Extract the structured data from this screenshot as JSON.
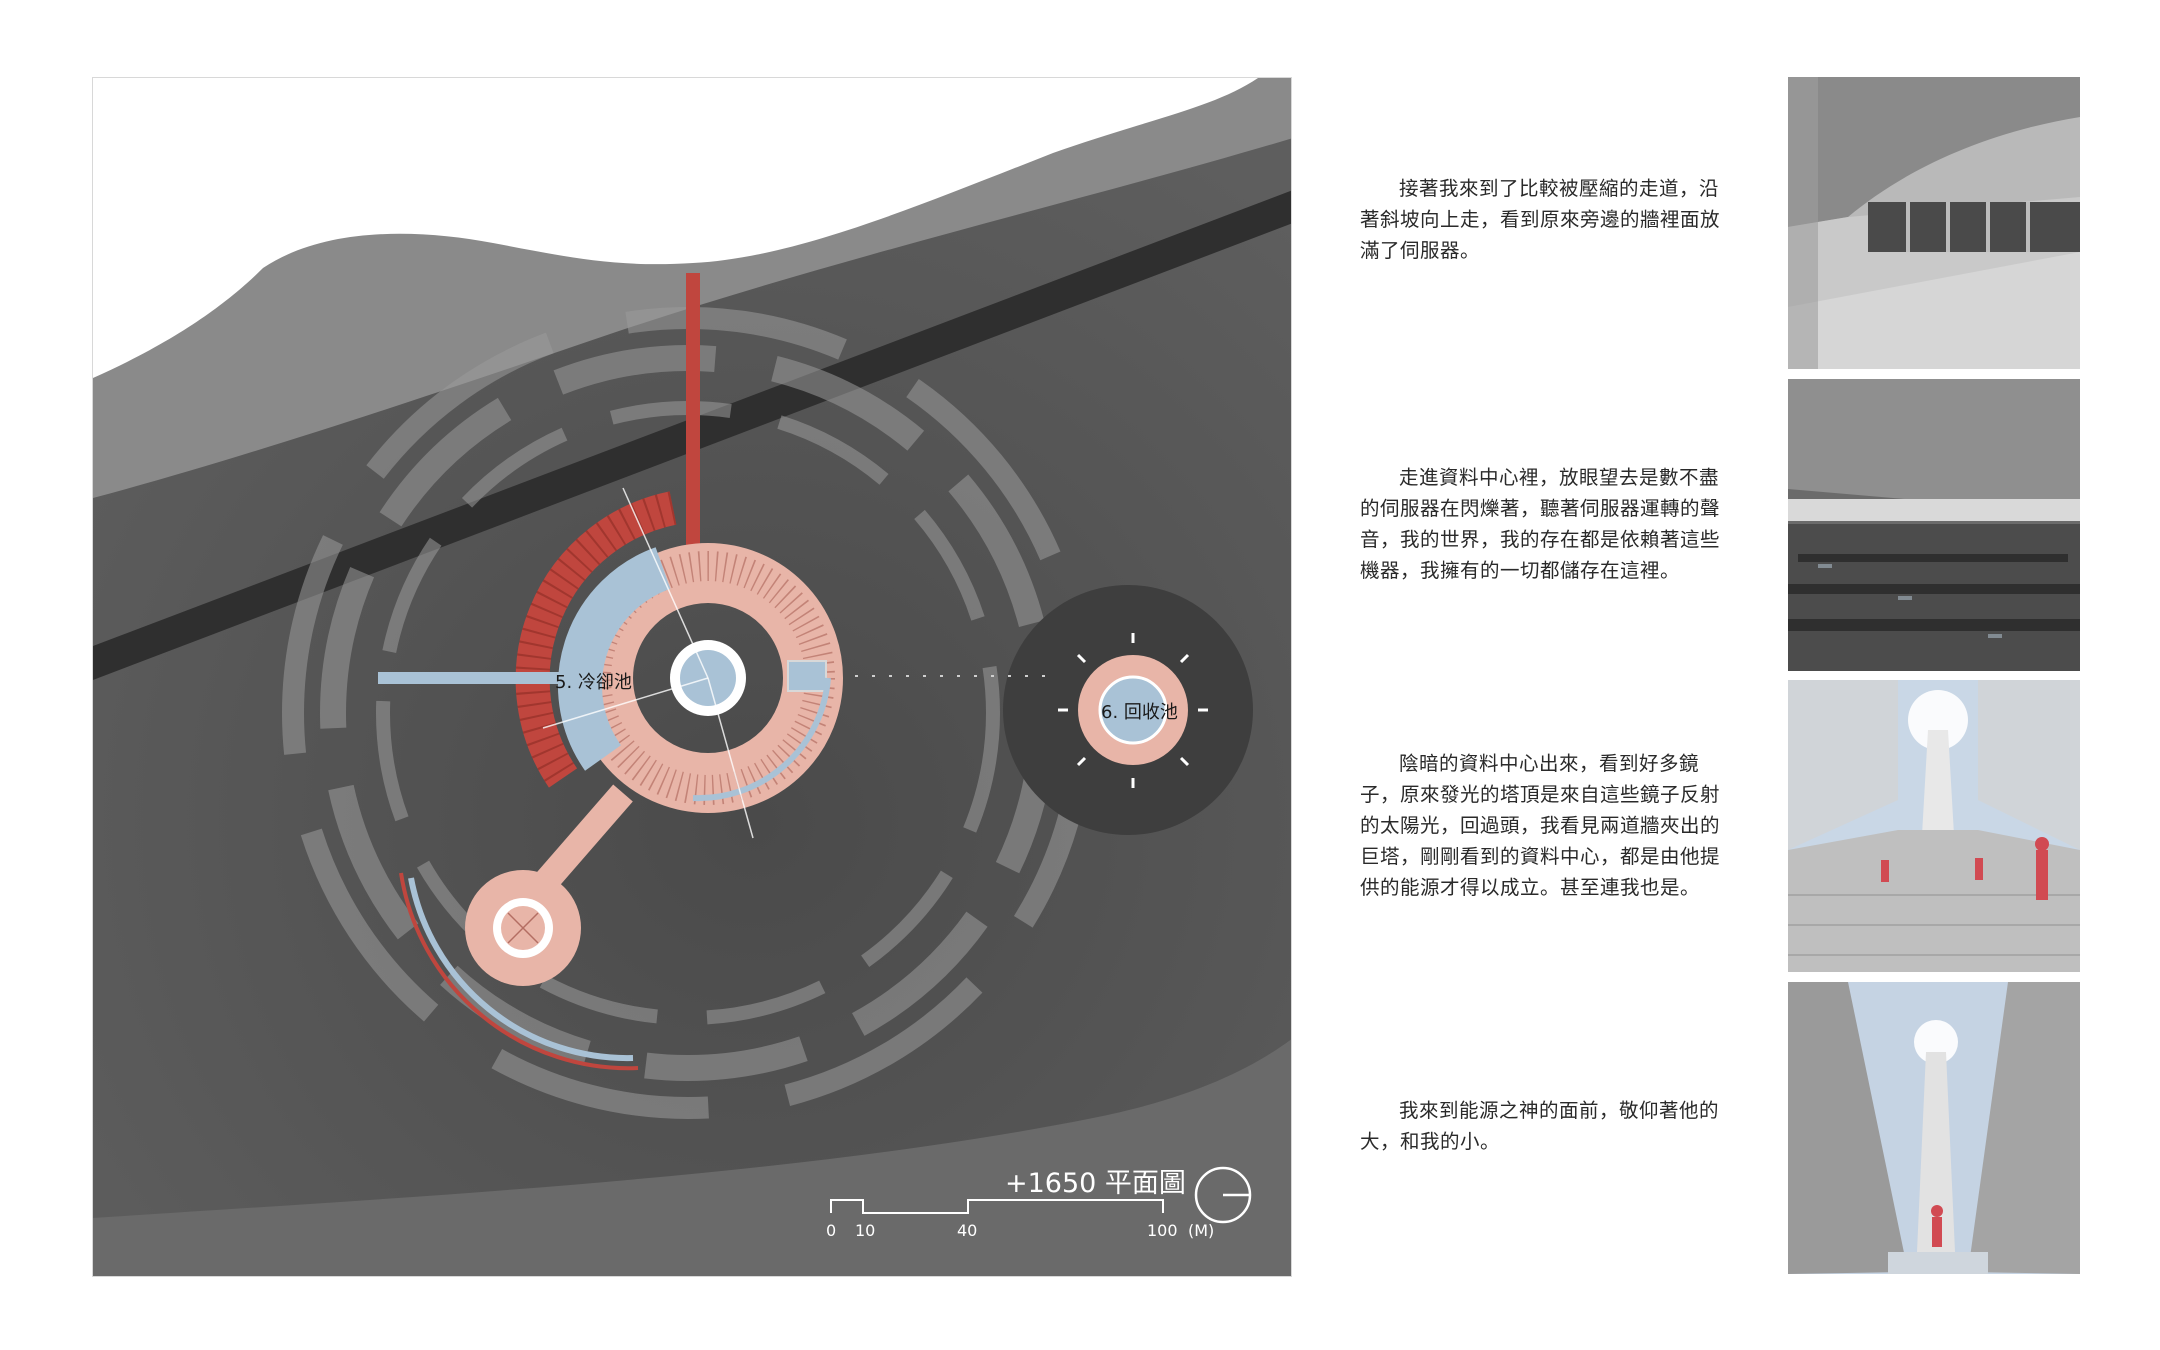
{
  "plan": {
    "title": "+1650 平面圖",
    "labels": {
      "cooling_pool": "5. 冷卻池",
      "recycle_pool": "6. 回收池"
    },
    "scale_bar": {
      "ticks": [
        "0",
        "10",
        "40",
        "100"
      ],
      "unit": "(M)"
    },
    "colors": {
      "ground": "#5a5a5a",
      "road": "#2f2f2f",
      "pink": "#e8b5a8",
      "red": "#c0463e",
      "blue": "#a9c2d6"
    }
  },
  "narrative": [
    "接著我來到了比較被壓縮的走道，沿著斜坡向上走，看到原來旁邊的牆裡面放滿了伺服器。",
    "走進資料中心裡，放眼望去是數不盡的伺服器在閃爍著，聽著伺服器運轉的聲音，我的世界，我的存在都是依賴著這些機器，我擁有的一切都儲存在這裡。",
    "陰暗的資料中心出來，看到好多鏡子，原來發光的塔頂是來自這些鏡子反射的太陽光，回過頭，我看見兩道牆夾出的巨塔，剛剛看到的資料中心，都是由他提供的能源才得以成立。甚至連我也是。",
    "我來到能源之神的面前，敬仰著他的大，和我的小。"
  ]
}
